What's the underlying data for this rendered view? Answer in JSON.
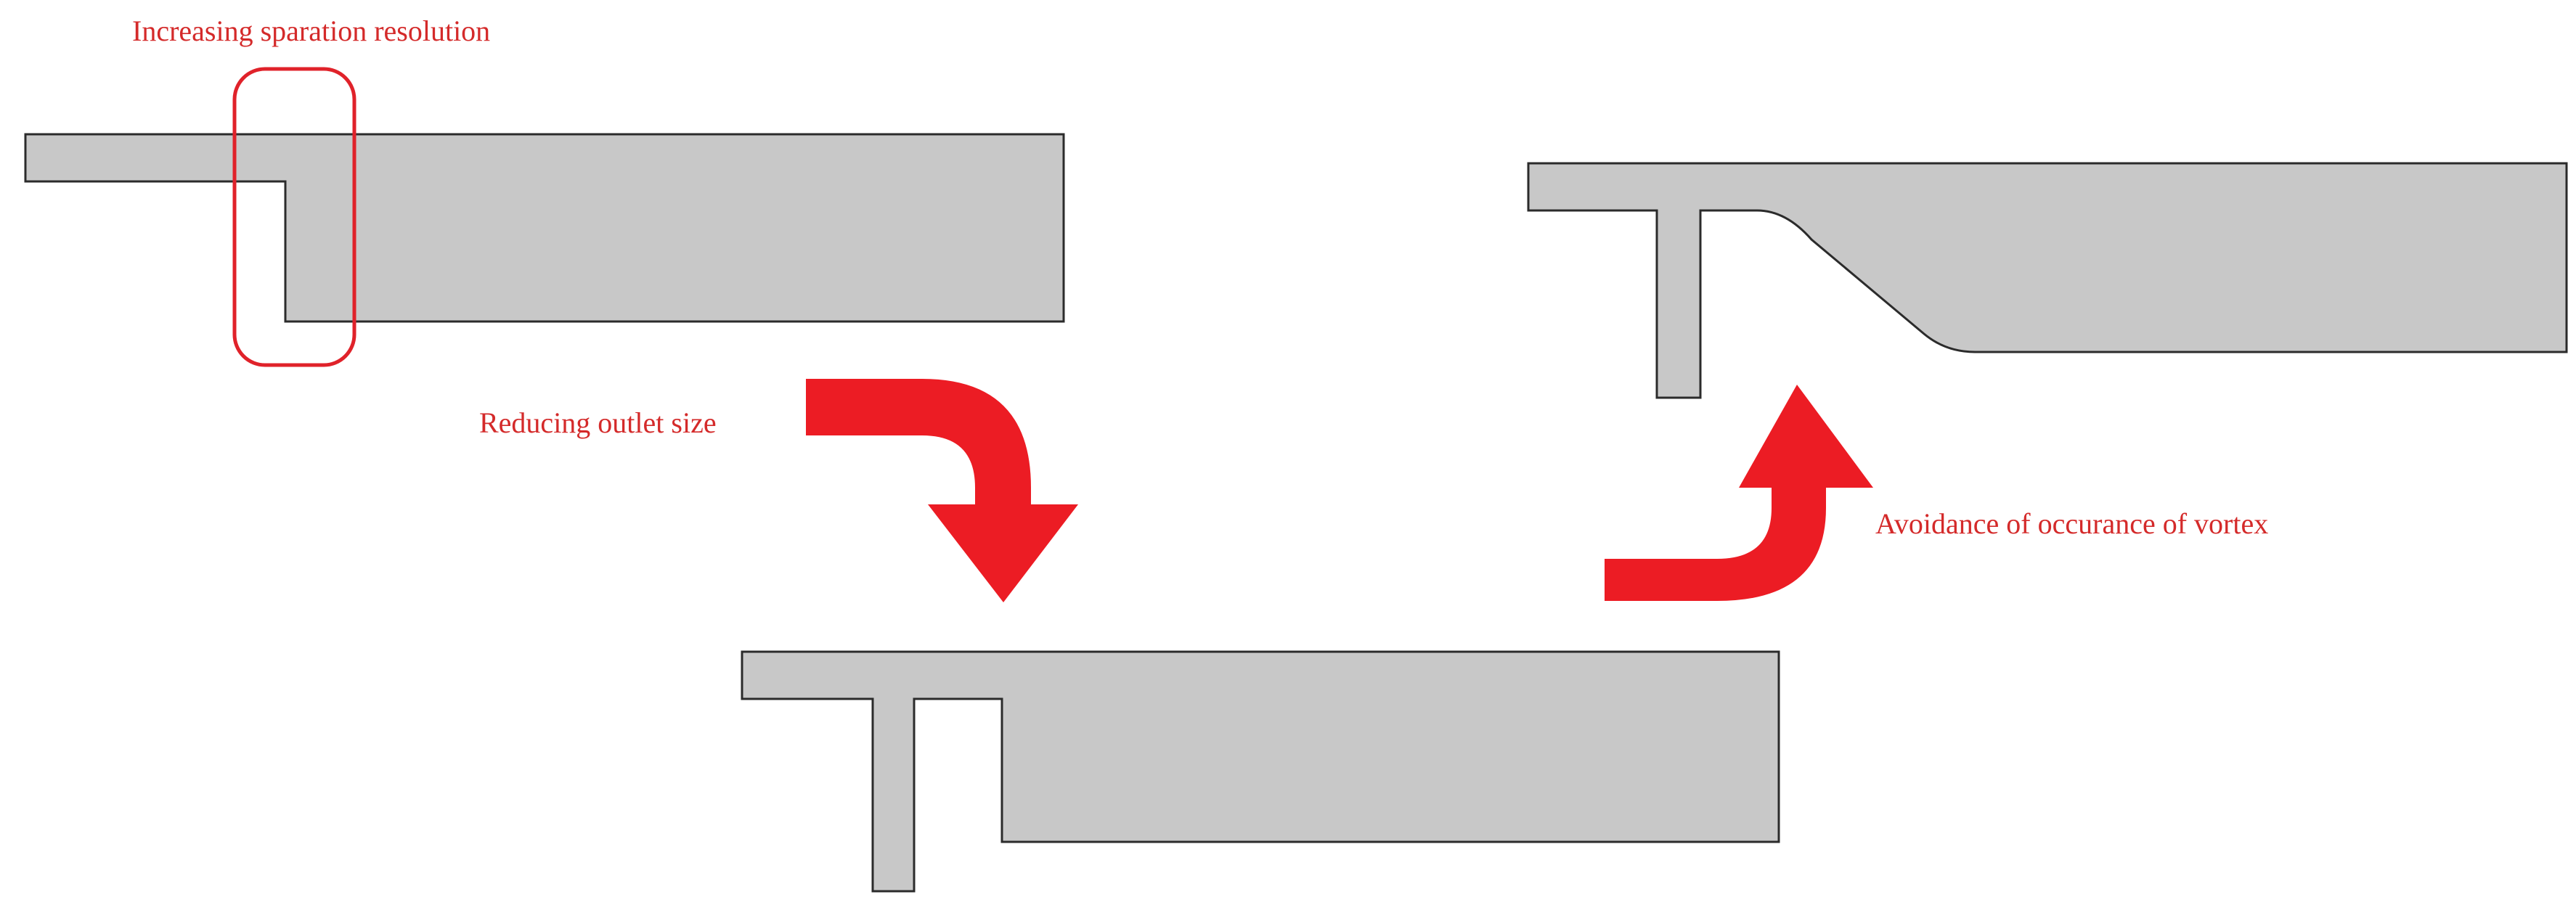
{
  "captions": {
    "separation": "Increasing sparation resolution",
    "outlet": "Reducing outlet size",
    "vortex": "Avoidance of occurance of vortex"
  },
  "colors": {
    "channel_fill": "#c8c8c8",
    "channel_outline": "#2b2b2b",
    "annotation": "#e0222a",
    "arrow": "#ec1c24"
  }
}
